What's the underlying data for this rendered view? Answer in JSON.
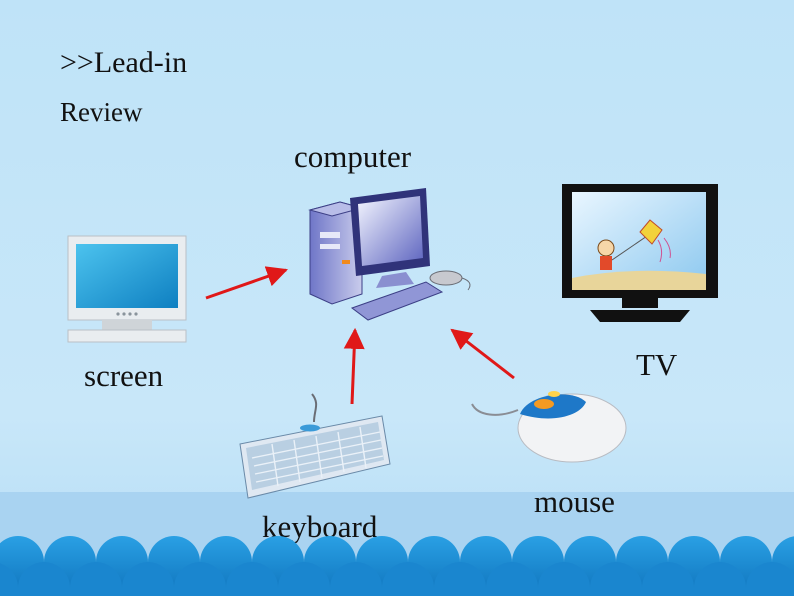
{
  "slide": {
    "title": ">>Lead-in",
    "subtitle": "Review"
  },
  "labels": {
    "computer": "computer",
    "screen": "screen",
    "tv": "TV",
    "mouse": "mouse",
    "keyboard": "keyboard"
  },
  "colors": {
    "background": "#c8e7f9",
    "arrow": "#e01818",
    "wave": "#1b8fd6"
  },
  "icons": [
    "screen-icon",
    "computer-icon",
    "tv-icon",
    "keyboard-icon",
    "mouse-icon"
  ]
}
